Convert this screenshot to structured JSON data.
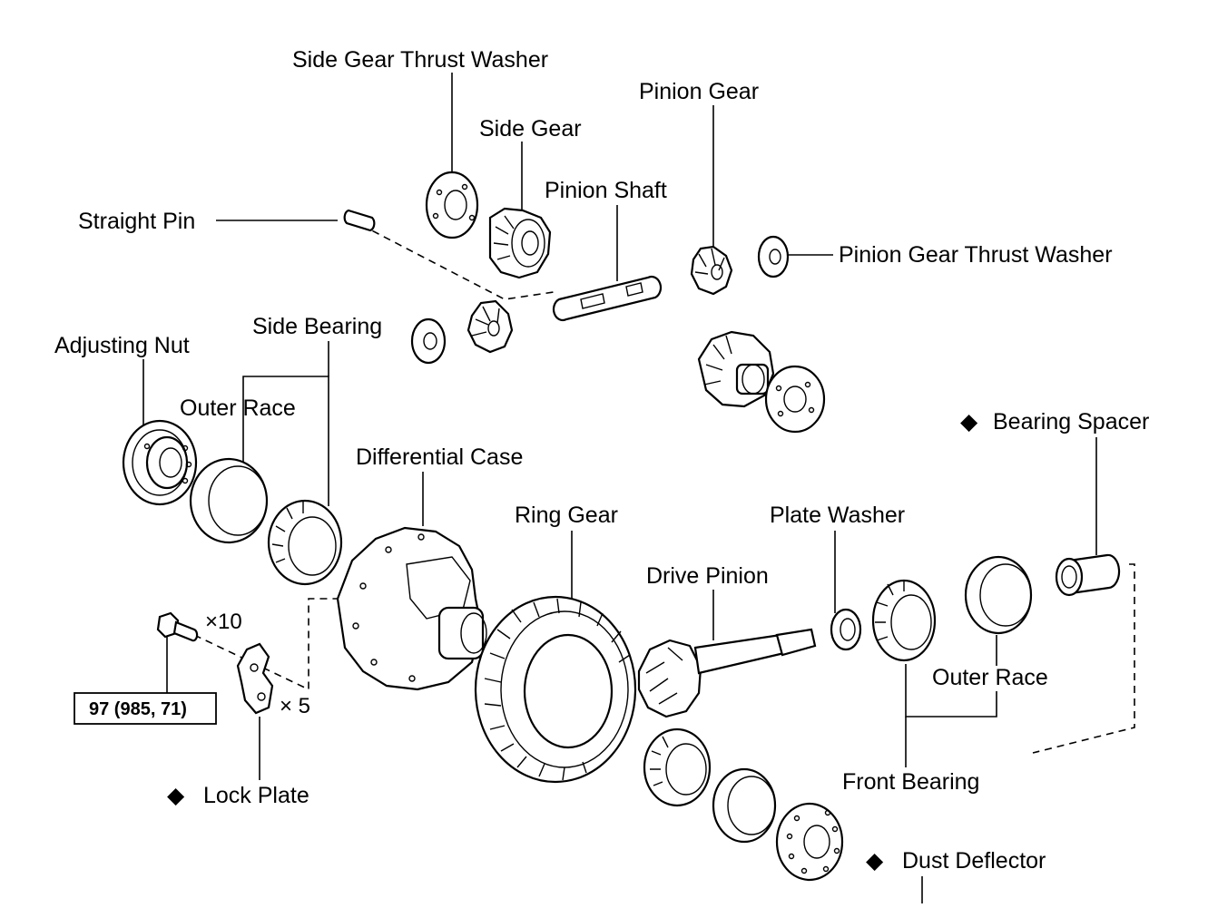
{
  "labels": {
    "side_gear_thrust_washer": "Side Gear Thrust Washer",
    "side_gear": "Side Gear",
    "pinion_gear": "Pinion Gear",
    "pinion_shaft": "Pinion Shaft",
    "straight_pin": "Straight Pin",
    "pinion_gear_thrust_washer": "Pinion Gear Thrust Washer",
    "side_bearing": "Side Bearing",
    "adjusting_nut": "Adjusting Nut",
    "outer_race_left": "Outer Race",
    "bearing_spacer": "Bearing Spacer",
    "differential_case": "Differential Case",
    "ring_gear": "Ring Gear",
    "plate_washer": "Plate Washer",
    "drive_pinion": "Drive Pinion",
    "outer_race_right": "Outer Race",
    "front_bearing": "Front Bearing",
    "lock_plate": "Lock Plate",
    "dust_deflector": "Dust Deflector"
  },
  "quantities": {
    "bolt_count": "×10",
    "lock_plate_count": "× 5"
  },
  "torque_spec": "97 (985, 71)",
  "marker_symbol": "◆"
}
